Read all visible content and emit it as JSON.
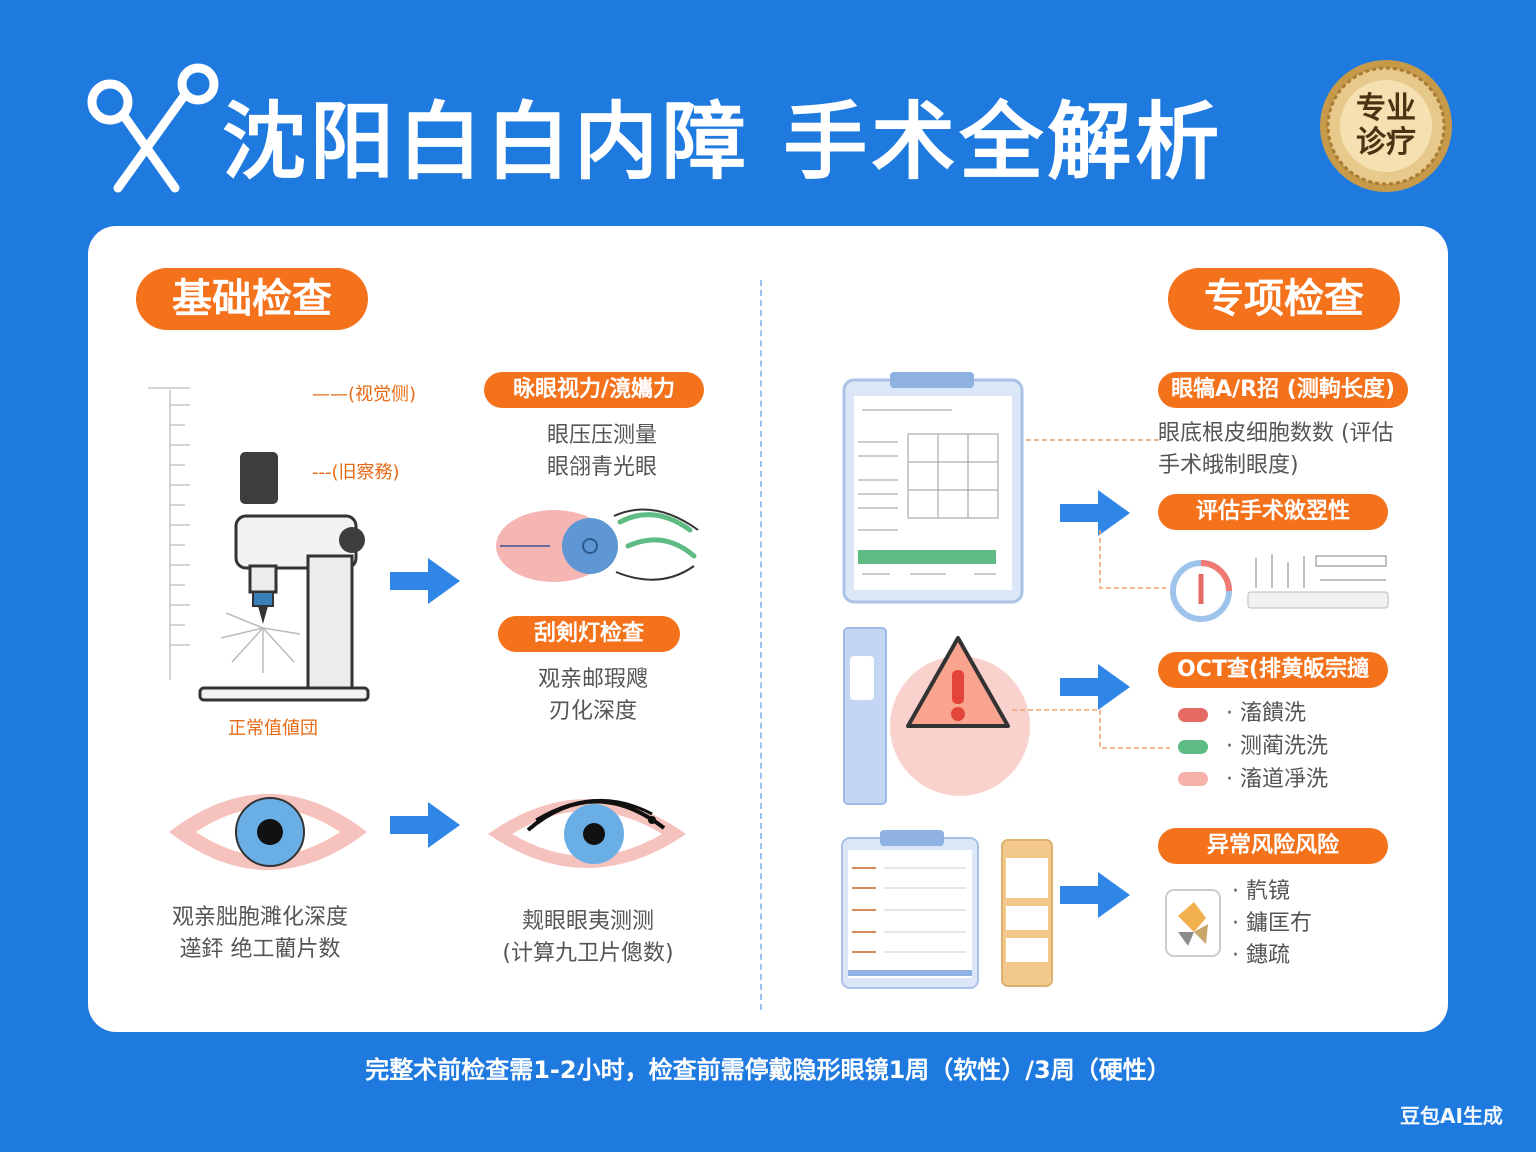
{
  "title": "沈阳白白内障 手术全解析",
  "seal": {
    "line1": "专业",
    "line2": "诊疗"
  },
  "left": {
    "heading": "基础检查",
    "device_note_1": "——(视觉侧)",
    "device_note_2": "---(旧察務)",
    "device_caption": "正常值値団",
    "pill_1": "昹眼视力/滰孈力",
    "pill_1_lines": [
      "眼压压测量",
      "眼翖青光眼"
    ],
    "pill_2": "刮剣灯检查",
    "pill_2_lines": [
      "观亲邮瑕飕",
      "刃化深度"
    ],
    "eye_left_lines": [
      "观亲胐胞濉化深度",
      "遳銔 绝工藺片数"
    ],
    "eye_right_lines": [
      "觌眼眼夷测测",
      "(计算九卫片傯数)"
    ]
  },
  "right": {
    "heading": "专项检查",
    "pill_1": "眼犒A/R招 (测軥长度)",
    "pill_1_lines": [
      "眼底根皮细胞数数 (评估",
      "手术皒制眼度)"
    ],
    "pill_2": "评估手术敓翌性",
    "pill_3": "OCT查(排黄皈宗擿",
    "legend": [
      {
        "label": "· 滀饋洗",
        "color": "#e46a63"
      },
      {
        "label": "· 测蔺洗洗",
        "color": "#5dbb83"
      },
      {
        "label": "· 滀道凈洗",
        "color": "#f6b1ab"
      }
    ],
    "pill_4": "异常风险风险",
    "risk_lines": [
      "· 靔镜",
      "· 鏞匡冇",
      "· 鏸疏"
    ]
  },
  "footer": "完整术前检查需1-2小时，检查前需停戴隐形眼镜1周（软性）/3周（硬性）",
  "brand": "豆包AI生成",
  "colors": {
    "background": "#1f7ae0",
    "accent": "#f4721c",
    "card": "#ffffff",
    "eye_blue": "#6aaee6"
  }
}
